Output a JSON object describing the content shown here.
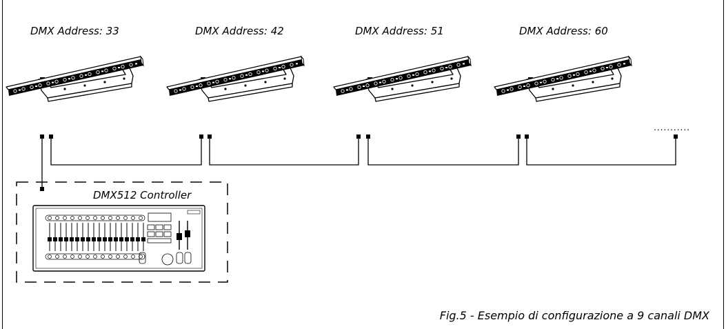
{
  "fixtures": [
    {
      "address_label": "DMX Address: 33"
    },
    {
      "address_label": "DMX Address: 42"
    },
    {
      "address_label": "DMX Address: 51"
    },
    {
      "address_label": "DMX Address: 60"
    }
  ],
  "continuation": "...........",
  "controller": {
    "label": "DMX512 Controller"
  },
  "caption": "Fig.5 - Esempio di configurazione a 9 canali DMX"
}
